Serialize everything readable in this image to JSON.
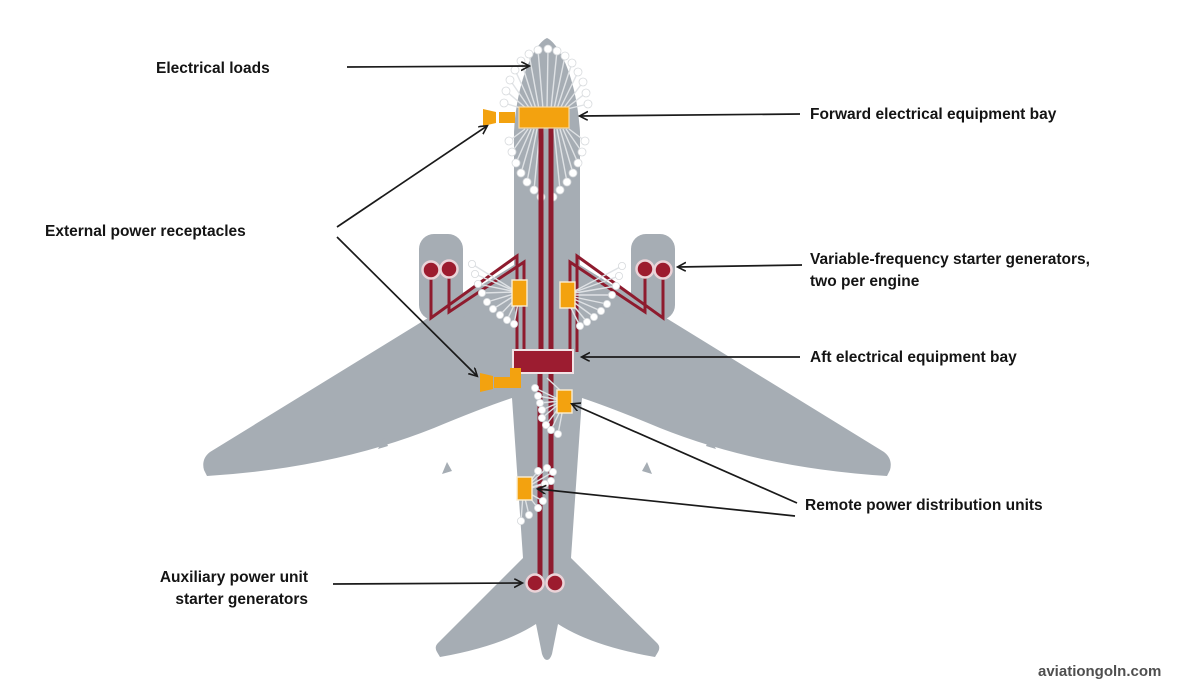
{
  "diagram": {
    "subject": "aircraft-electrical-system-top-view",
    "labels": {
      "electrical_loads": "Electrical loads",
      "forward_bay": "Forward electrical equipment bay",
      "external_power": "External power receptacles",
      "vfsg_line1": "Variable-frequency starter generators,",
      "vfsg_line2": "two per engine",
      "aft_bay": "Aft electrical equipment bay",
      "rpdu": "Remote power distribution units",
      "apu_line1": "Auxiliary power unit",
      "apu_line2": "starter generators",
      "watermark": "aviationgoln.com"
    },
    "components": {
      "remote_power_distribution_units": 4,
      "starter_generators_per_engine": 2,
      "apu_starter_generators": 2,
      "external_power_receptacles": 2,
      "equipment_bays": 2
    },
    "colors": {
      "airframe_gray": "#A6ADB4",
      "feeder_red": "#8E1B2E",
      "bay_red": "#9C1C30",
      "equipment_orange": "#F3A20F",
      "load_dot_white": "#FFFFFF",
      "fan_line_gray": "#DFE2E5",
      "arrow_black": "#1A1A1A"
    }
  }
}
